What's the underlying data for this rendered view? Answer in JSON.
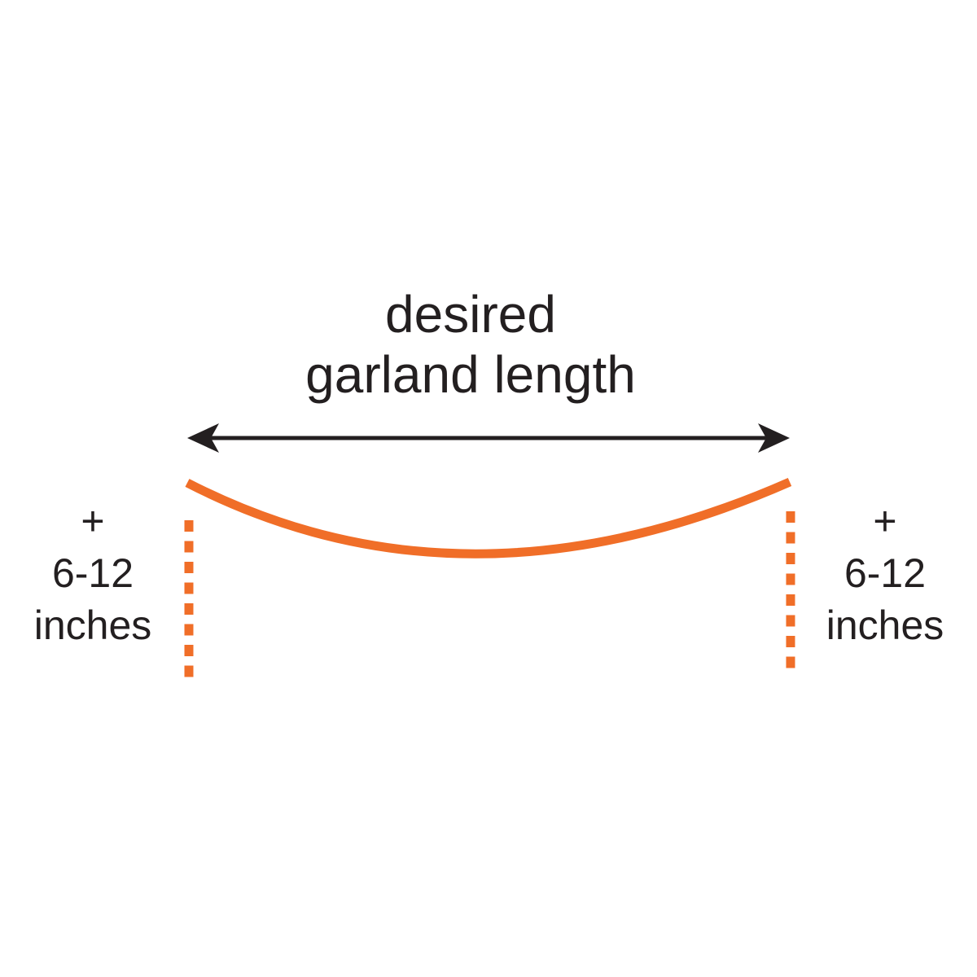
{
  "diagram": {
    "title": {
      "line1": "desired",
      "line2": "garland length"
    },
    "annotations": {
      "left": {
        "plus": "+",
        "range": "6-12",
        "unit": "inches"
      },
      "right": {
        "plus": "+",
        "range": "6-12",
        "unit": "inches"
      }
    },
    "colors": {
      "garland_orange": "#F06E28",
      "ink_black": "#231F20",
      "background": "#FFFFFF"
    }
  }
}
